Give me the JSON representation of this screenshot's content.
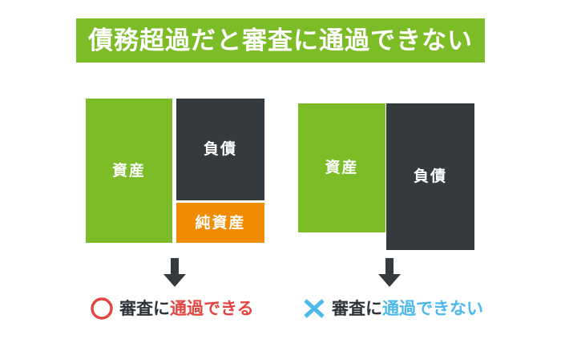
{
  "banner": {
    "title": "債務超過だと審査に通過できない",
    "background_color": "#7CBC27",
    "text_color": "#FFFFFF"
  },
  "colors": {
    "green": "#7CBC27",
    "dark": "#343A3E",
    "orange": "#F08C00",
    "red": "#E4443F",
    "blue": "#4DB8EA",
    "text_dark": "#2E3338",
    "background": "#FFFFFF"
  },
  "diagrams": [
    {
      "id": "solvent",
      "blocks": [
        {
          "label": "資産",
          "role": "assets",
          "color": "#7CBC27"
        },
        {
          "label": "負債",
          "role": "liabilities",
          "color": "#343A3E"
        },
        {
          "label": "純資産",
          "role": "net-assets",
          "color": "#F08C00"
        }
      ],
      "arrow": {
        "icon": "down-arrow-icon",
        "color": "#343A3E"
      },
      "result": {
        "mark": "circle-mark-icon",
        "mark_color": "#E4443F",
        "text_prefix": "審査に",
        "text_highlight": "通過できる",
        "highlight_color": "#E4443F"
      }
    },
    {
      "id": "insolvent",
      "blocks": [
        {
          "label": "資産",
          "role": "assets",
          "color": "#7CBC27"
        },
        {
          "label": "負債",
          "role": "liabilities",
          "color": "#343A3E"
        }
      ],
      "arrow": {
        "icon": "down-arrow-icon",
        "color": "#343A3E"
      },
      "result": {
        "mark": "cross-mark-icon",
        "mark_color": "#4DB8EA",
        "text_prefix": "審査に",
        "text_highlight": "通過できない",
        "highlight_color": "#4DB8EA"
      }
    }
  ]
}
